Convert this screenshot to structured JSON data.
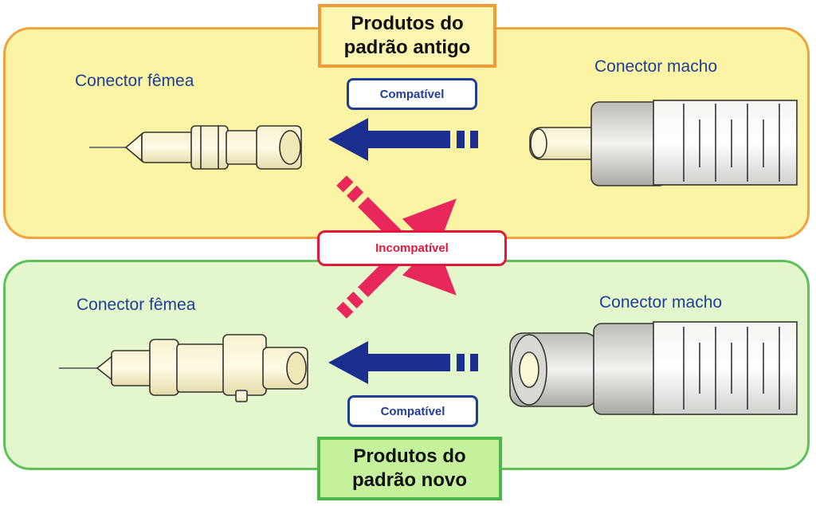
{
  "top_section": {
    "title": "Produtos do\npadrão antigo",
    "female_label": "Conector fêmea",
    "male_label": "Conector macho",
    "compatible_label": "Compatível"
  },
  "bottom_section": {
    "title": "Produtos do\npadrão novo",
    "female_label": "Conector fêmea",
    "male_label": "Conector macho",
    "compatible_label": "Compatível"
  },
  "incompatible_label": "Incompatível",
  "colors": {
    "old_panel_fill": "#fbf4a4",
    "old_panel_border": "#f2a23c",
    "new_panel_fill": "#e4f7cc",
    "new_panel_border": "#5dc15a",
    "compatible_arrow": "#1a2f8f",
    "incompatible_arrow": "#e8285c",
    "label_text": "#1f3d95"
  }
}
